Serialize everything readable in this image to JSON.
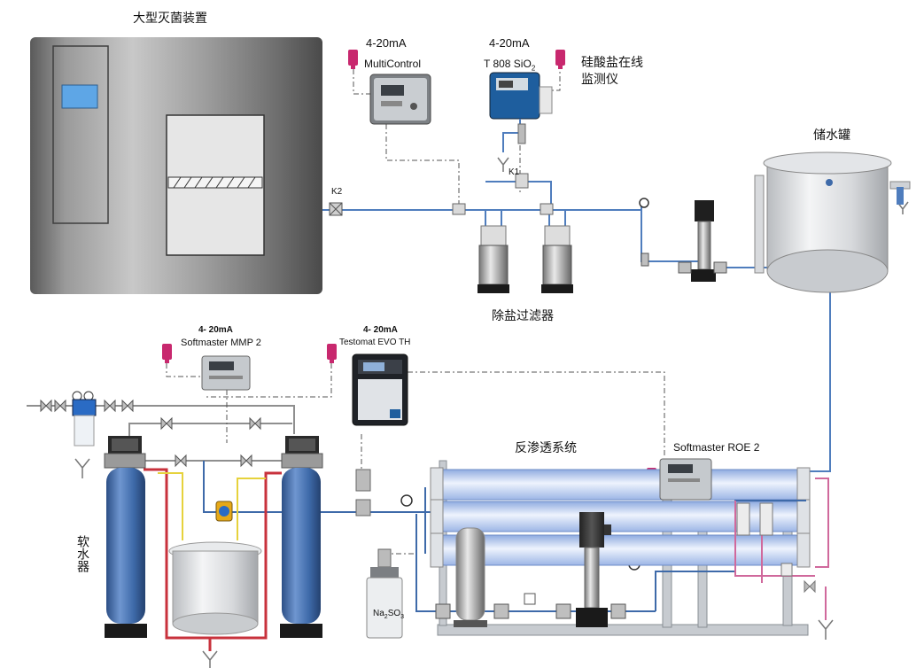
{
  "colors": {
    "pipe_blue": "#4f7dbd",
    "pipe_grey": "#8f8f8f",
    "pipe_red": "#c8323c",
    "pipe_pink": "#d0699c",
    "pipe_yellow": "#e6d23c",
    "signal_dash": "#555555",
    "probe_pink": "#c8286e",
    "vessel_blue": "#3e6aa9",
    "membrane_blue": "#b9ccef",
    "steel": "#d9dde2"
  },
  "labels": {
    "sterilizer": "大型灭菌装置",
    "multicontrol_signal": "4-20mA",
    "multicontrol_name": "MultiControl",
    "silica_signal": "4-20mA",
    "silica_name": "T 808 SiO",
    "silica_sub": "2",
    "silica_monitor": "硅酸盐在线\n监测仪",
    "storage_tank": "储水罐",
    "valve_k2": "K2",
    "valve_k1": "K1",
    "demin_filter": "除盐过滤器",
    "mmp_signal": "4- 20mA",
    "mmp_name": "Softmaster MMP 2",
    "evo_signal": "4- 20mA",
    "evo_name": "Testomat EVO TH",
    "ro_system": "反渗透系统",
    "roe_name": "Softmaster ROE 2",
    "softener": "软水器",
    "salt_tank": "Na",
    "salt_tank_sub1": "2",
    "salt_tank_mid": "SO",
    "salt_tank_sub2": "3"
  },
  "icons": [
    "sensor-probe-icon",
    "drain-icon",
    "pressure-gauge-icon",
    "valve-icon",
    "pump-icon",
    "flow-meter-icon"
  ]
}
